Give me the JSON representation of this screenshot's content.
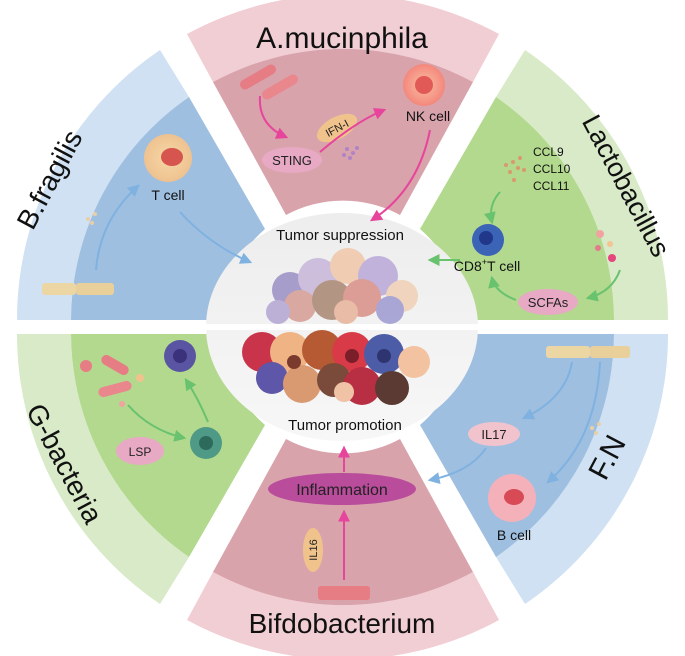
{
  "sectors": {
    "top": {
      "title": "A.mucinphila",
      "labels": {
        "sting": "STING",
        "ifn": "IFN-I",
        "nk": "NK cell"
      },
      "colors": {
        "outer": "#f1cdd4",
        "inner": "#d9a3ac"
      }
    },
    "top_right": {
      "title": "Lactobacillus",
      "labels": {
        "ccl9": "CCL9",
        "ccl10": "CCL10",
        "ccl11": "CCL11",
        "cd8_main": "CD8",
        "cd8_sup": "+",
        "cd8_rest": "T cell",
        "scfas": "SCFAs"
      },
      "colors": {
        "outer": "#d8eac8",
        "inner": "#b3d98e"
      }
    },
    "top_left": {
      "title": "B.fragilis",
      "labels": {
        "tcell": "T cell"
      },
      "colors": {
        "outer": "#cfe1f3",
        "inner": "#9fbfe1"
      }
    },
    "bottom_left": {
      "title": "G-bacteria",
      "labels": {
        "lsp": "LSP"
      },
      "colors": {
        "outer": "#d8eac8",
        "inner": "#b3d98e"
      }
    },
    "bottom": {
      "title": "Bifdobacterium",
      "labels": {
        "inflammation": "Inflammation",
        "il16": "IL16"
      },
      "colors": {
        "outer": "#f1cdd4",
        "inner": "#d9a3ac"
      }
    },
    "bottom_right": {
      "title": "F.N",
      "labels": {
        "il17": "IL17",
        "bcell": "B cell"
      },
      "colors": {
        "outer": "#cfe1f3",
        "inner": "#9fbfe1"
      }
    }
  },
  "center": {
    "top_label": "Tumor suppression",
    "bottom_label": "Tumor promotion"
  },
  "colors": {
    "arrow_blue": "#7fb2e0",
    "arrow_green": "#68c26e",
    "arrow_pink": "#e6459b",
    "pill_pink": "#e7a9c4",
    "pill_magenta": "#b94c9b"
  }
}
